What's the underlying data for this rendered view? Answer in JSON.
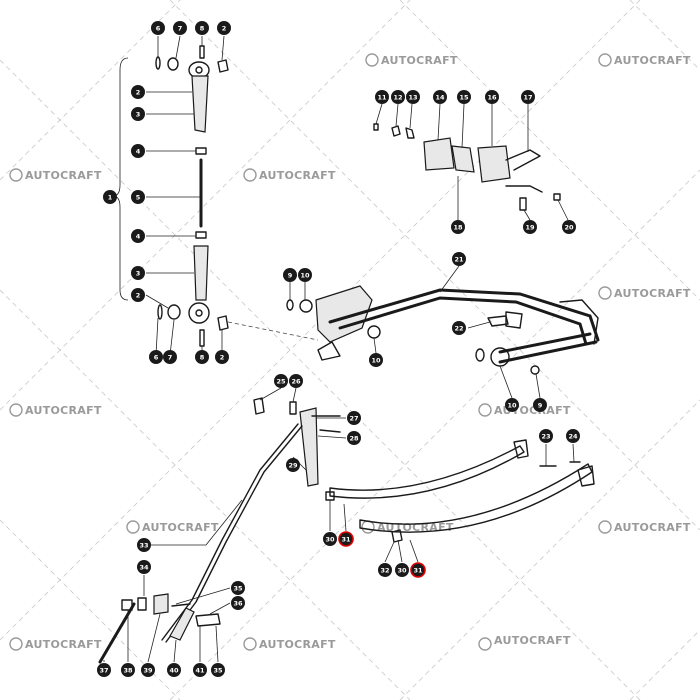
{
  "watermark": {
    "text": "AUTOCRAFT"
  },
  "callouts": [
    {
      "id": "c1",
      "label": "6"
    },
    {
      "id": "c2",
      "label": "7"
    },
    {
      "id": "c3",
      "label": "8"
    },
    {
      "id": "c4",
      "label": "2"
    },
    {
      "id": "c5",
      "label": "2"
    },
    {
      "id": "c6",
      "label": "3"
    },
    {
      "id": "c7",
      "label": "4"
    },
    {
      "id": "c8",
      "label": "1"
    },
    {
      "id": "c9",
      "label": "5"
    },
    {
      "id": "c10",
      "label": "4"
    },
    {
      "id": "c11",
      "label": "3"
    },
    {
      "id": "c12",
      "label": "2"
    },
    {
      "id": "c13",
      "label": "6"
    },
    {
      "id": "c14",
      "label": "7"
    },
    {
      "id": "c15",
      "label": "8"
    },
    {
      "id": "c16",
      "label": "2"
    },
    {
      "id": "c17",
      "label": "11"
    },
    {
      "id": "c18",
      "label": "12"
    },
    {
      "id": "c19",
      "label": "13"
    },
    {
      "id": "c20",
      "label": "14"
    },
    {
      "id": "c21",
      "label": "15"
    },
    {
      "id": "c22",
      "label": "16"
    },
    {
      "id": "c23",
      "label": "17"
    },
    {
      "id": "c24",
      "label": "18"
    },
    {
      "id": "c25",
      "label": "19"
    },
    {
      "id": "c26",
      "label": "20"
    },
    {
      "id": "c27",
      "label": "9"
    },
    {
      "id": "c28",
      "label": "10"
    },
    {
      "id": "c29",
      "label": "21"
    },
    {
      "id": "c30",
      "label": "22"
    },
    {
      "id": "c31",
      "label": "10"
    },
    {
      "id": "c32",
      "label": "10"
    },
    {
      "id": "c33",
      "label": "9"
    },
    {
      "id": "c34",
      "label": "25"
    },
    {
      "id": "c35",
      "label": "26"
    },
    {
      "id": "c36",
      "label": "27"
    },
    {
      "id": "c37",
      "label": "28"
    },
    {
      "id": "c38",
      "label": "29"
    },
    {
      "id": "c39",
      "label": "23"
    },
    {
      "id": "c40",
      "label": "24"
    },
    {
      "id": "c41",
      "label": "30"
    },
    {
      "id": "c42",
      "label": "31",
      "highlight": true
    },
    {
      "id": "c43",
      "label": "33"
    },
    {
      "id": "c44",
      "label": "32"
    },
    {
      "id": "c45",
      "label": "30"
    },
    {
      "id": "c46",
      "label": "31",
      "highlight": true
    },
    {
      "id": "c47",
      "label": "34"
    },
    {
      "id": "c48",
      "label": "35"
    },
    {
      "id": "c49",
      "label": "36"
    },
    {
      "id": "c50",
      "label": "37"
    },
    {
      "id": "c51",
      "label": "38"
    },
    {
      "id": "c52",
      "label": "39"
    },
    {
      "id": "c53",
      "label": "40"
    },
    {
      "id": "c54",
      "label": "41"
    },
    {
      "id": "c55",
      "label": "35"
    }
  ]
}
